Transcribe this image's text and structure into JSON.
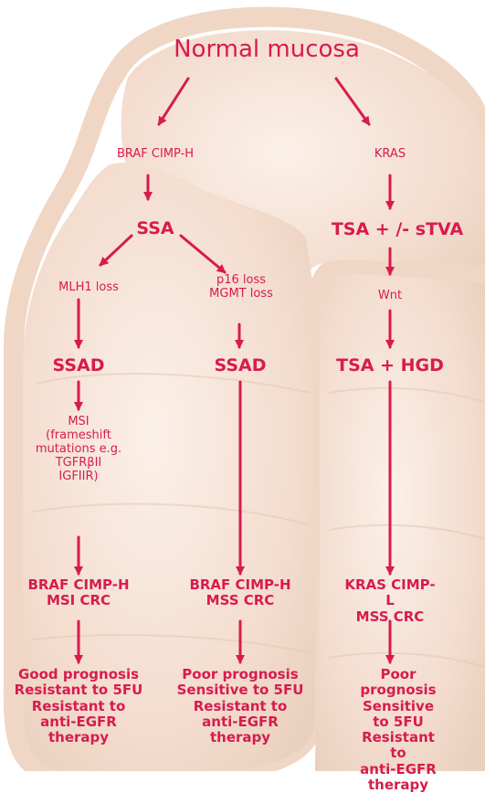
{
  "title": "Normal mucosa",
  "left_pathway": {
    "trigger": "BRAF CIMP-H",
    "lesion": "SSA"
  },
  "right_pathway": {
    "trigger": "KRAS",
    "lesion": "TSA + /- sTVA",
    "signal": "Wnt",
    "lesion2": "TSA + HGD"
  },
  "branch_a": {
    "event": "MLH1 loss",
    "lesion": "SSAD",
    "mutations": "MSI\n(frameshift\nmutations e.g.\nTGFRβII\nIGFIIR)",
    "crc": "BRAF CIMP-H\nMSI CRC",
    "prognosis": "Good prognosis\nResistant to 5FU\nResistant to\nanti-EGFR\ntherapy"
  },
  "branch_b": {
    "event": "p16 loss\nMGMT loss",
    "lesion": "SSAD",
    "crc": "BRAF  CIMP-H\nMSS CRC",
    "prognosis": "Poor prognosis\nSensitive to 5FU\nResistant to\nanti-EGFR\ntherapy"
  },
  "branch_c": {
    "crc": "KRAS  CIMP-L\nMSS CRC",
    "prognosis": "Poor prognosis\nSensitive to 5FU\nResistant to\nanti-EGFR\ntherapy"
  },
  "colors": {
    "text": "#d81b4e",
    "arrow": "#d81b4e",
    "colon_fill": "#f2dccb",
    "colon_outline": "#ecc9b3"
  }
}
